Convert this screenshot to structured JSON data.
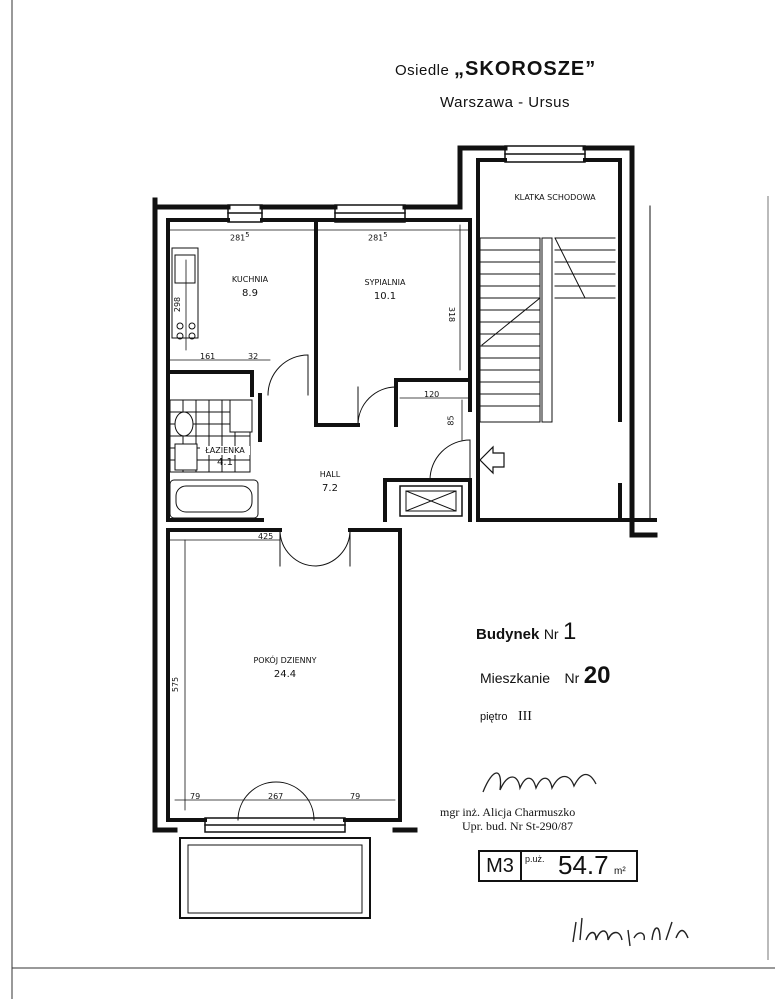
{
  "header": {
    "osiedle_label": "Osiedle",
    "estate_name": "„SKOROSZE”",
    "location": "Warszawa - Ursus"
  },
  "rooms": {
    "stairs": {
      "name": "KLATKA SCHODOWA"
    },
    "kitchen": {
      "name": "KUCHNIA",
      "area": "8.9"
    },
    "bedroom": {
      "name": "SYPIALNIA",
      "area": "10.1"
    },
    "bathroom": {
      "name": "ŁAZIENKA",
      "area": "4.1"
    },
    "hall": {
      "name": "HALL",
      "area": "7.2"
    },
    "living": {
      "name": "POKÓJ DZIENNY",
      "area": "24.4"
    }
  },
  "dimensions": {
    "kitchen_width": "281",
    "kitchen_width_sup": "5",
    "bedroom_width": "281",
    "bedroom_width_sup": "5",
    "kitchen_depth": "298",
    "bedroom_depth": "318",
    "kitchen_bottom_a": "161",
    "kitchen_bottom_b": "32",
    "hall_a": "120",
    "hall_b": "85",
    "living_width": "425",
    "living_depth": "575",
    "win_left": "79",
    "win_mid": "267",
    "win_right": "79"
  },
  "info": {
    "building_label": "Budynek",
    "nr_label": "Nr",
    "building_nr": "1",
    "flat_label": "Mieszkanie",
    "flat_nr": "20",
    "floor_label": "piętro",
    "floor_value": "III"
  },
  "author": {
    "name": "mgr inż. Alicja Charmuszko",
    "license": "Upr. bud. Nr St-290/87"
  },
  "summary": {
    "type": "M3",
    "area_label": "p.uż.",
    "area_value": "54.7",
    "unit": "m²"
  }
}
